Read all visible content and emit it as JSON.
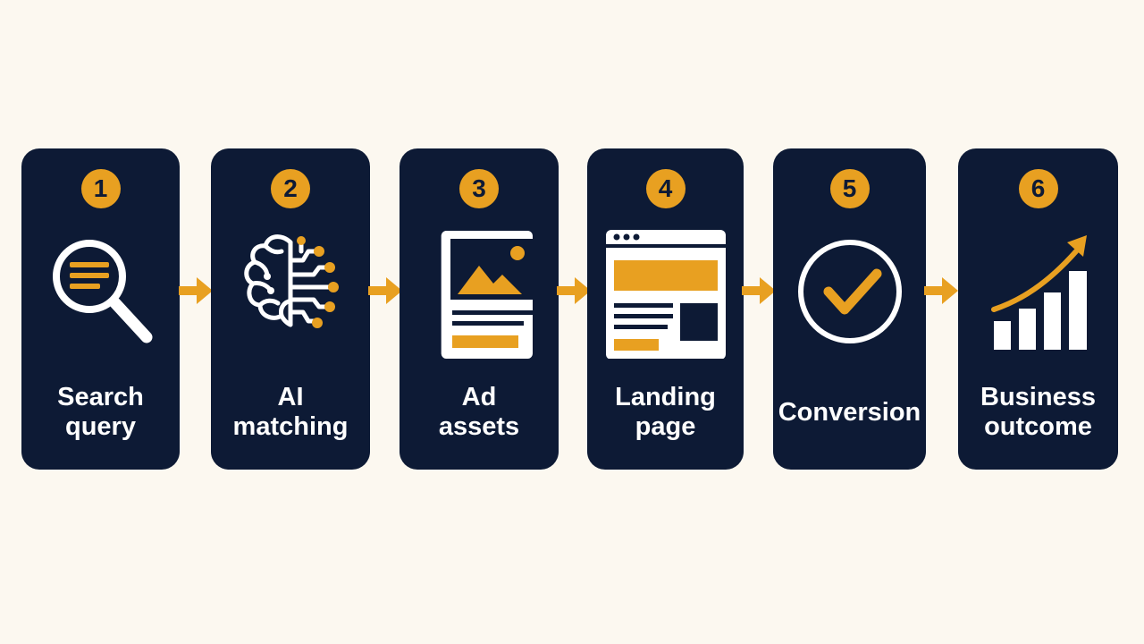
{
  "accent_color": "#e8a021",
  "card_color": "#0d1a35",
  "background_color": "#fcf8f0",
  "steps": [
    {
      "number": "1",
      "line1": "Search",
      "line2": "query",
      "icon": "magnifier-search-icon"
    },
    {
      "number": "2",
      "line1": "AI",
      "line2": "matching",
      "icon": "brain-circuit-icon"
    },
    {
      "number": "3",
      "line1": "Ad",
      "line2": "assets",
      "icon": "image-ad-icon"
    },
    {
      "number": "4",
      "line1": "Landing",
      "line2": "page",
      "icon": "browser-window-icon"
    },
    {
      "number": "5",
      "line1": "Conversion",
      "line2": "",
      "icon": "checkmark-circle-icon"
    },
    {
      "number": "6",
      "line1": "Business",
      "line2": "outcome",
      "icon": "growth-chart-icon"
    }
  ]
}
